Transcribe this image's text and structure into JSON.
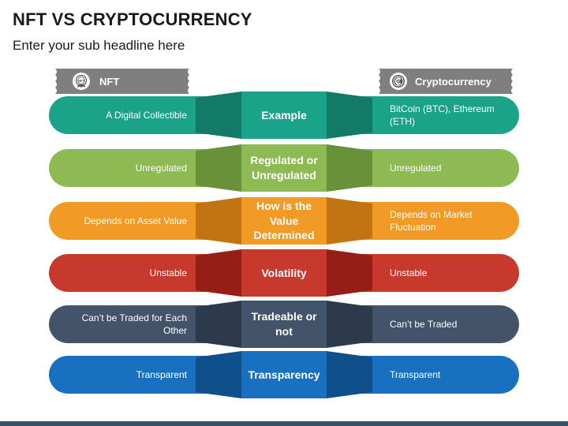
{
  "header": {
    "title": "NFT VS CRYPTOCURRENCY",
    "subtitle": "Enter your sub headline here"
  },
  "columns": {
    "left": {
      "label": "NFT",
      "icon": "nft-badge-icon"
    },
    "right": {
      "label": "Cryptocurrency",
      "icon": "crypto-coin-icon"
    }
  },
  "tag_color": "#7f7f7f",
  "rows": [
    {
      "left": "A Digital Collectible",
      "center": "Example",
      "right": "BitCoin (BTC), Ethereum (ETH)",
      "color": "#1aa389",
      "dark": "#127a67",
      "mid": "#168f78"
    },
    {
      "left": "Unregulated",
      "center": "Regulated or Unregulated",
      "right": "Unregulated",
      "color": "#8dba52",
      "dark": "#68913a",
      "mid": "#7aa746"
    },
    {
      "left": "Depends on Asset Value",
      "center": "How is the Value Determined",
      "right": "Depends on Market Fluctuation",
      "color": "#f29a26",
      "dark": "#c27412",
      "mid": "#e2871c"
    },
    {
      "left": "Unstable",
      "center": "Volatility",
      "right": "Unstable",
      "color": "#c8392d",
      "dark": "#951f17",
      "mid": "#b22c22"
    },
    {
      "left": "Can’t be Traded for Each Other",
      "center": "Tradeable or not",
      "right": "Can’t be Traded",
      "color": "#43536a",
      "dark": "#2d3a4c",
      "mid": "#38475c"
    },
    {
      "left": "Transparent",
      "center": "Transparency",
      "right": "Transparent",
      "color": "#1a70c0",
      "dark": "#0f4f8c",
      "mid": "#1763ab"
    }
  ]
}
